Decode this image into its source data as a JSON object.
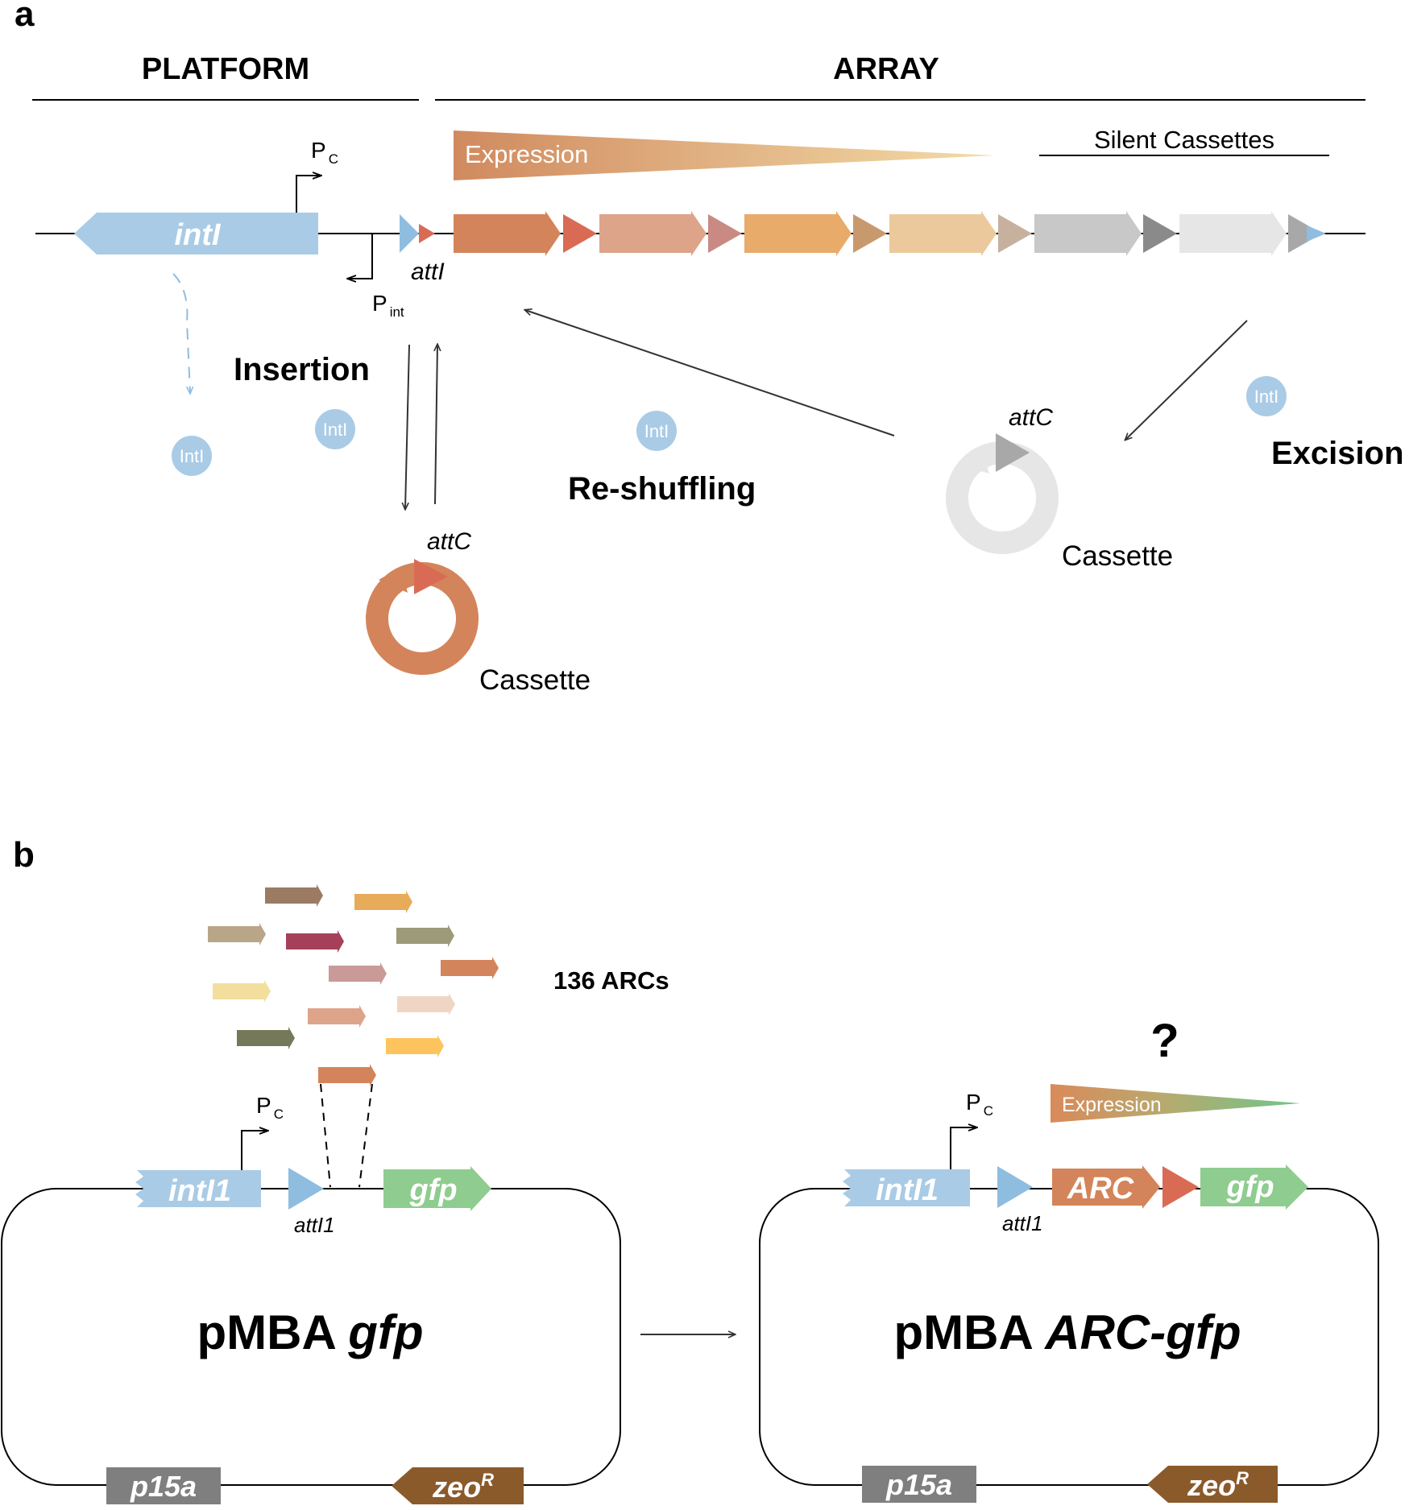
{
  "panel_a": {
    "label": "a",
    "platform": "PLATFORM",
    "array": "ARRAY",
    "expression": "Expression",
    "silent_cassettes": "Silent Cassettes",
    "intI": "intI",
    "pc_main": "P",
    "pc_sub": "C",
    "pint_main": "P",
    "pint_sub": "int",
    "attI": "attI",
    "insertion": "Insertion",
    "reshuffling": "Re-shuffling",
    "excision": "Excision",
    "intI_bubble": "IntI",
    "attC": "attC",
    "cassette": "Cassette"
  },
  "panel_b": {
    "label": "b",
    "arcs_count": "136 ARCs",
    "question": "?",
    "expression": "Expression",
    "pc_main": "P",
    "pc_sub": "C",
    "intI1": "intI1",
    "attI1": "attI1",
    "gfp": "gfp",
    "arc": "ARC",
    "p15a": "p15a",
    "zeo_main": "zeo",
    "zeo_sup": "R",
    "plasmid1_prefix": "pMBA ",
    "plasmid1_italic": "gfp",
    "plasmid2_prefix": "pMBA ",
    "plasmid2_italic": "ARC-gfp"
  },
  "colors": {
    "intI": "#a9cbe6",
    "attI": "#8fbde0",
    "attC_red": "#d96b55",
    "gfp": "#8fcc8f",
    "p15a": "#7f7f7f",
    "zeo": "#8b5a2b",
    "arc": "#d4845a",
    "silent1": "#c8c8c8",
    "silent2": "#e6e6e6"
  }
}
